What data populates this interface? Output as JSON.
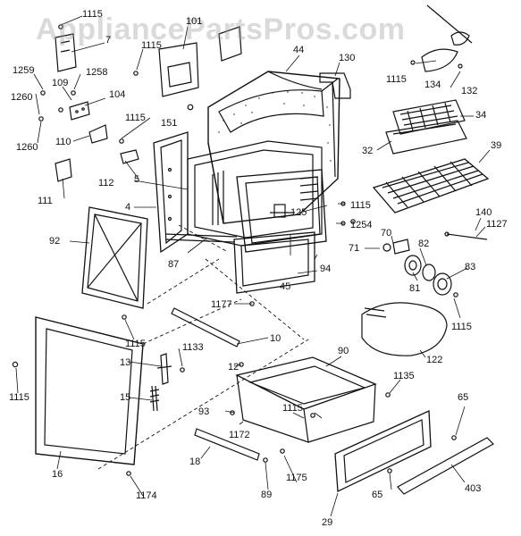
{
  "watermark": "AppliancePartsPros.com",
  "colors": {
    "ink": "#111111",
    "paper": "#ffffff",
    "watermark": "#969696"
  },
  "labels": {
    "p1115_top": "1115",
    "p7": "7",
    "p101": "101",
    "p1115_b": "1115",
    "p44": "44",
    "p130": "130",
    "p1259": "1259",
    "p1258": "1258",
    "p109": "109",
    "p104": "104",
    "p1260_a": "1260",
    "p1260_b": "1260",
    "p110": "110",
    "p151": "151",
    "p1115_c": "1115",
    "p112": "112",
    "p111": "111",
    "p5": "5",
    "p4": "4",
    "p92": "92",
    "p87": "87",
    "p125": "125",
    "p45": "45",
    "p94": "94",
    "p1115_d": "1115",
    "p1254": "1254",
    "p71": "71",
    "p70": "70",
    "p82": "82",
    "p83": "83",
    "p81": "81",
    "p1115_e": "1115",
    "p1115_f": "1115",
    "p134": "134",
    "p132": "132",
    "p34": "34",
    "p32": "32",
    "p39": "39",
    "p140": "140",
    "p1127": "1127",
    "p1177": "1177",
    "p10": "10",
    "p1115_g": "1115",
    "p1133": "1133",
    "p12": "12",
    "p13": "13",
    "p15": "15",
    "p1115_h": "1115",
    "p122": "122",
    "p90": "90",
    "p1135": "1135",
    "p65_a": "65",
    "p1115_i": "1115",
    "p93": "93",
    "p1172": "1172",
    "p18": "18",
    "p1175": "1175",
    "p89": "89",
    "p16": "16",
    "p1174": "1174",
    "p65_b": "65",
    "p403": "403",
    "p29": "29"
  }
}
